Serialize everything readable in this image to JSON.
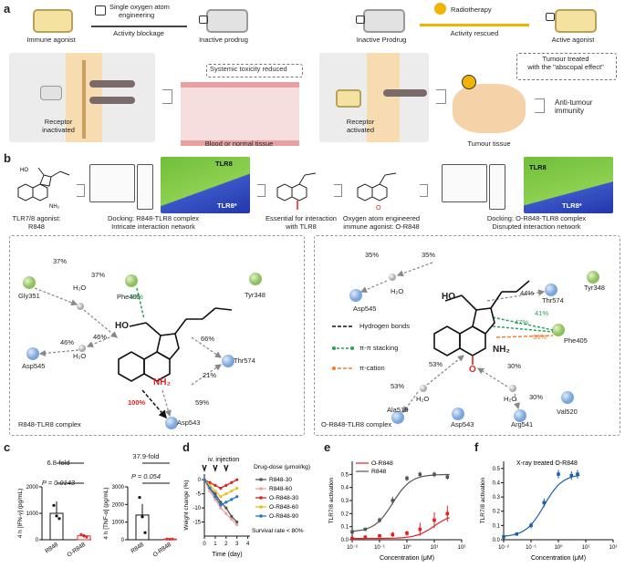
{
  "panel_labels": {
    "a": "a",
    "b": "b",
    "c": "c",
    "d": "d",
    "e": "e",
    "f": "f"
  },
  "panel_a": {
    "immune_agonist": "Immune agonist",
    "single_oxygen_1": "Single oxygen atom",
    "single_oxygen_2": "engineering",
    "activity_blockage": "Activity blockage",
    "inactive_prodrug_left": "Inactive prodrug",
    "inactive_prodrug_right": "Inactive Prodrug",
    "radiotherapy": "Radiotherapy",
    "activity_rescued": "Activity rescued",
    "active_agonist": "Active agonist",
    "receptor_inactivated_1": "Receptor",
    "receptor_inactivated_2": "inactivated",
    "systemic_toxicity": "Systemic toxicity reduced",
    "blood_tissue": "Blood or normal tissue",
    "receptor_activated_1": "Receptor",
    "receptor_activated_2": "activated",
    "tumour_treated_1": "Tumour treated",
    "tumour_treated_2": "with the \"abscopal effect\"",
    "tumour_tissue": "Tumour tissue",
    "anti_tumour_1": "Anti-tumour",
    "anti_tumour_2": "immunity"
  },
  "panel_b": {
    "agonist_1": "TLR7/8 agonist:",
    "agonist_2": "R848",
    "docking_1": "Docking: R848-TLR8 complex",
    "docking_2": "Intricate interaction network",
    "essential_1": "Essential for interaction",
    "essential_2": "with TLR8",
    "engineered_1": "Oxygen atom engineered",
    "engineered_2": "immune agonist: O-R848",
    "docking_right_1": "Docking: O-R848-TLR8 complex",
    "docking_right_2": "Disrupted interaction network",
    "tlr8": "TLR8",
    "tlr8_star": "TLR8*",
    "tlr8_right": "TLR8",
    "tlr8_star_right": "TLR8*",
    "left_complex": "R848-TLR8 complex",
    "right_complex": "O-R848-TLR8 complex",
    "left_residues": {
      "gly351": "Gly351",
      "phe405": "Phe405",
      "tyr348": "Tyr348",
      "asp545": "Asp545",
      "thr574": "Thr574",
      "asp543": "Asp543"
    },
    "left_pct": {
      "p37a": "37%",
      "p37b": "37%",
      "p69": "69%",
      "p46a": "46%",
      "p46b": "46%",
      "p66": "66%",
      "p21": "21%",
      "p100": "100%",
      "p59": "59%"
    },
    "right_residues": {
      "asp545": "Asp545",
      "thr574": "Thr574",
      "tyr348": "Tyr348",
      "phe405": "Phe405",
      "ala518": "Ala518",
      "val520": "Val520",
      "asp543": "Asp543",
      "arg541": "Arg541"
    },
    "right_pct": {
      "p35a": "35%",
      "p35b": "35%",
      "p44": "44%",
      "p41": "41%",
      "p47": "47%",
      "p59": "59%",
      "p53a": "53%",
      "p53b": "53%",
      "p30a": "30%",
      "p30b": "30%"
    },
    "water": "H₂O",
    "ho": "HO",
    "nh2": "NH₂",
    "n": "N",
    "o": "O",
    "legend_hbond": "Hydrogen bonds",
    "legend_pipi": "π-π stacking",
    "legend_pication": "π-cation"
  },
  "panel_c": {
    "ifn_ylabel": "4 h [IFN-γ] (pg/mL)",
    "tnf_ylabel": "4 h [TNF-α] (pg/mL)",
    "ifn_fold": "6.8-fold",
    "ifn_p": "P = 0.0143",
    "tnf_fold": "37.9-fold",
    "tnf_p": "P = 0.054",
    "cat_r848": "R848",
    "cat_or848": "O-R848"
  },
  "panel_d": {
    "injection": "iv. injection",
    "ylabel": "Weight change (%)",
    "xlabel": "Time (day)",
    "legend_title": "Drug-dose (μmol/kg)",
    "survival": "Survival rate < 80%"
  },
  "chart_data": [
    {
      "type": "bar",
      "id": "c-ifn",
      "categories": [
        "R848",
        "O-R848"
      ],
      "values": [
        1000,
        147
      ],
      "ylim": [
        0,
        2000
      ],
      "yticks": [
        0,
        1000,
        2000
      ],
      "ylabel": "4 h [IFN-γ] (pg/mL)",
      "colors": [
        "#111111",
        "#e03030"
      ],
      "points": [
        [
          1300,
          900,
          800
        ],
        [
          200,
          140,
          100
        ]
      ]
    },
    {
      "type": "bar",
      "id": "c-tnf",
      "categories": [
        "R848",
        "O-R848"
      ],
      "values": [
        1400,
        37
      ],
      "ylim": [
        0,
        3000
      ],
      "yticks": [
        0,
        1000,
        2000,
        3000
      ],
      "ylabel": "4 h [TNF-α] (pg/mL)",
      "colors": [
        "#111111",
        "#e03030"
      ],
      "points": [
        [
          2400,
          1300,
          400
        ],
        [
          40,
          30,
          40
        ]
      ]
    },
    {
      "type": "line",
      "id": "d-weight",
      "x": [
        0,
        0.5,
        1,
        1.5,
        2,
        2.5,
        3
      ],
      "xticks": [
        0,
        1,
        2,
        3,
        4
      ],
      "xlim": [
        0,
        4.2
      ],
      "ylim": [
        -20,
        2
      ],
      "yticks": [
        0,
        -5,
        -10,
        -15
      ],
      "xlabel": "Time (day)",
      "ylabel": "Weight change (%)",
      "series": [
        {
          "name": "R848-30",
          "color": "#555555",
          "values": [
            0,
            -3,
            -5,
            -8,
            -10,
            -13,
            -15
          ]
        },
        {
          "name": "R848-60",
          "color": "#f0a0a0",
          "values": [
            0,
            -4,
            -7,
            -10,
            -12,
            -14,
            -16
          ]
        },
        {
          "name": "O-R848-30",
          "color": "#e02020",
          "values": [
            0,
            -1,
            -2,
            -3,
            -2,
            -1,
            0
          ]
        },
        {
          "name": "O-R848-60",
          "color": "#e8c020",
          "values": [
            0,
            -2,
            -4,
            -6,
            -5,
            -4,
            -3
          ]
        },
        {
          "name": "O-R848-90",
          "color": "#1f77c4",
          "values": [
            0,
            -3,
            -6,
            -9,
            -8,
            -7,
            -6
          ]
        }
      ]
    },
    {
      "type": "scatter",
      "id": "e-activation",
      "xscale": "log",
      "xlim": [
        0.01,
        100
      ],
      "ylim": [
        0,
        0.6
      ],
      "yticks": [
        0,
        0.1,
        0.2,
        0.3,
        0.4,
        0.5
      ],
      "xlabel": "Concentration (μM)",
      "ylabel": "TLR7/8 activation",
      "series": [
        {
          "name": "O-R848",
          "color": "#e02020",
          "x": [
            0.01,
            0.03,
            0.1,
            0.3,
            1,
            3,
            10,
            30
          ],
          "values": [
            0.01,
            0.02,
            0.03,
            0.04,
            0.05,
            0.08,
            0.15,
            0.2
          ],
          "err": [
            0.01,
            0.01,
            0.01,
            0.02,
            0.02,
            0.05,
            0.06,
            0.06
          ]
        },
        {
          "name": "R848",
          "color": "#555555",
          "x": [
            0.01,
            0.03,
            0.1,
            0.3,
            1,
            3,
            10,
            30
          ],
          "values": [
            0.06,
            0.08,
            0.15,
            0.3,
            0.47,
            0.5,
            0.5,
            0.48
          ],
          "err": [
            0.01,
            0.01,
            0.02,
            0.03,
            0.02,
            0.02,
            0.02,
            0.02
          ]
        }
      ]
    },
    {
      "type": "scatter",
      "id": "f-activation",
      "title": "X-ray treated O-R848",
      "xscale": "log",
      "xlim": [
        0.01,
        100
      ],
      "ylim": [
        0,
        0.55
      ],
      "yticks": [
        0,
        0.1,
        0.2,
        0.3,
        0.4,
        0.5
      ],
      "xlabel": "Concentration (μM)",
      "ylabel": "TLR7/8 activation",
      "series": [
        {
          "name": "X-ray treated O-R848",
          "color": "#1f5fa8",
          "x": [
            0.01,
            0.03,
            0.1,
            0.3,
            1,
            3,
            5
          ],
          "values": [
            0.02,
            0.04,
            0.1,
            0.26,
            0.46,
            0.45,
            0.46
          ],
          "err": [
            0.01,
            0.01,
            0.02,
            0.03,
            0.03,
            0.03,
            0.03
          ]
        }
      ]
    }
  ],
  "tick_labels": {
    "c_ifn": [
      "0",
      "1000",
      "2000"
    ],
    "c_tnf": [
      "0",
      "1000",
      "2000",
      "3000"
    ],
    "d_y": [
      "0",
      "-5",
      "-10",
      "-15"
    ],
    "d_x": [
      "0",
      "1",
      "2",
      "3",
      "4"
    ],
    "e_y": [
      "0.0",
      "0.1",
      "0.2",
      "0.3",
      "0.4",
      "0.5"
    ],
    "e_x": [
      "10⁻²",
      "10⁻¹",
      "10⁰",
      "10¹",
      "10²"
    ],
    "f_y": [
      "0.0",
      "0.1",
      "0.2",
      "0.3",
      "0.4",
      "0.5"
    ],
    "f_x": [
      "10⁻²",
      "10⁻¹",
      "10⁰",
      "10¹",
      "10²"
    ]
  },
  "colors": {
    "red": "#e02020",
    "blue": "#1f5fa8",
    "gray": "#555555",
    "green": "#2aa05a",
    "orange": "#f08030",
    "panelbg": "#f3f3f3"
  }
}
